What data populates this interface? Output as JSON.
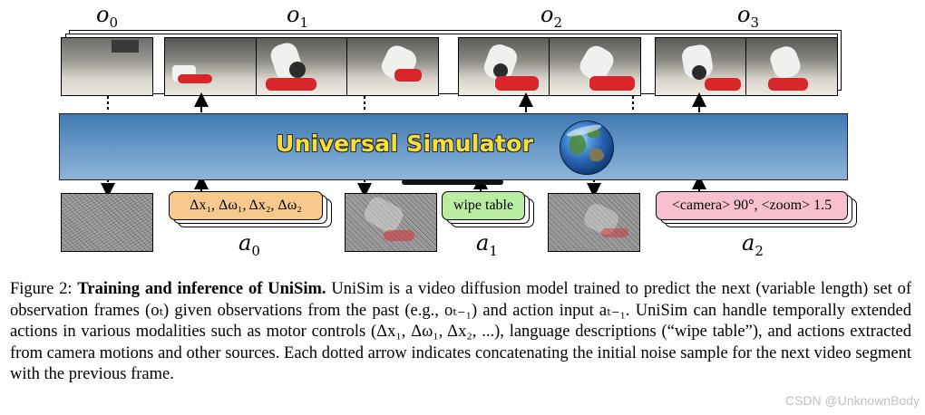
{
  "figure": {
    "observation_labels": [
      {
        "base": "o",
        "sub": "0"
      },
      {
        "base": "o",
        "sub": "1"
      },
      {
        "base": "o",
        "sub": "2"
      },
      {
        "base": "o",
        "sub": "3"
      }
    ],
    "simulator_title": "Universal Simulator",
    "actions": [
      {
        "text": "Δx₁, Δω₁, Δx₂, Δω₂",
        "color": "#f7c98f",
        "label_base": "a",
        "label_sub": "0"
      },
      {
        "text": "wipe table",
        "color": "#b9eda2",
        "label_base": "a",
        "label_sub": "1"
      },
      {
        "text": "<camera> 90°, <zoom> 1.5",
        "color": "#f8c0cf",
        "label_base": "a",
        "label_sub": "2"
      }
    ]
  },
  "caption": {
    "prefix": "Figure 2: ",
    "bold": "Training and inference of UniSim.",
    "body": " UniSim is a video diffusion model trained to predict the next (variable length) set of observation frames (oₜ) given observations from the past (e.g., oₜ₋₁) and action input aₜ₋₁. UniSim can handle temporally extended actions in various modalities such as motor controls (Δx₁, Δω₁, Δx₂, ...), language descriptions (“wipe table”), and actions extracted from camera motions and other sources. Each dotted arrow indicates concatenating the initial noise sample for the next video segment with the previous frame."
  },
  "watermark": "CSDN @UnknownBody",
  "colors": {
    "simulator_top": "#3f79b0",
    "simulator_bottom": "#8fb4d8",
    "title": "#f6df3c",
    "cloth": "#d8262a"
  }
}
